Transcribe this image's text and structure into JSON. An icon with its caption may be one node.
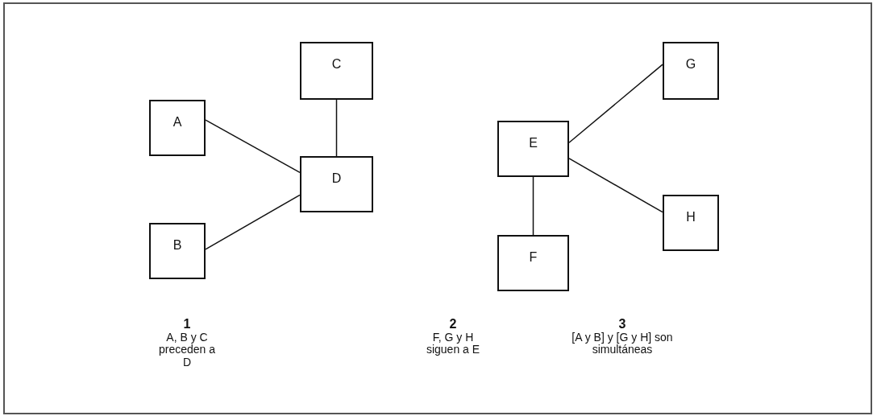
{
  "diagram": {
    "nodes": [
      {
        "text": [
          "A"
        ]
      },
      {
        "text": [
          "B"
        ]
      },
      {
        "text": [
          "C"
        ]
      },
      {
        "text": [
          "D"
        ]
      },
      {
        "text": [
          "E"
        ]
      },
      {
        "text": [
          "F"
        ]
      },
      {
        "text": [
          "G"
        ]
      },
      {
        "text": [
          "H"
        ]
      }
    ],
    "edges": [
      {
        "from": 0,
        "to": 3,
        "arrow": "none"
      },
      {
        "from": 1,
        "to": 3,
        "arrow": "none"
      },
      {
        "from": 2,
        "to": 3,
        "arrow": "none"
      },
      {
        "from": 4,
        "to": 6,
        "arrow": "none"
      },
      {
        "from": 4,
        "to": 7,
        "arrow": "none"
      },
      {
        "from": 4,
        "to": 5,
        "arrow": "none"
      }
    ],
    "labels": [
      "1",
      "A, B y C preceden a D",
      "2",
      "F, G y H siguen a E",
      "3",
      "[A y B] y [G y H] son simultáneas"
    ]
  }
}
